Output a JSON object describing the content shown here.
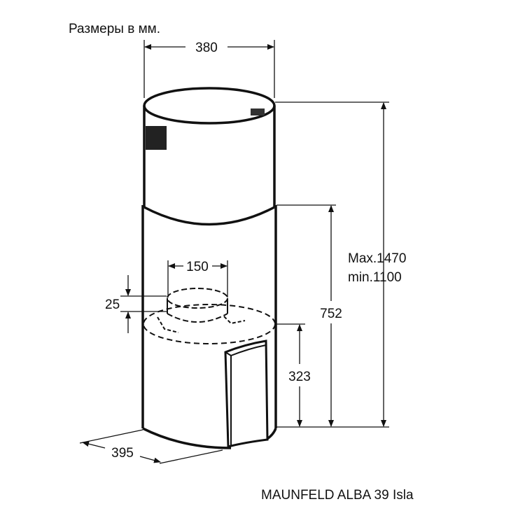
{
  "title": "Размеры в мм.",
  "model": "MAUNFELD ALBA 39 Isla",
  "dimensions": {
    "width_top": "380",
    "outlet_diameter": "150",
    "outlet_height": "25",
    "height_max": "Max.1470",
    "height_min": "min.1100",
    "lower_body_height": "752",
    "lower_section_height": "323",
    "depth": "395"
  },
  "colors": {
    "line": "#111111",
    "background": "#ffffff"
  }
}
